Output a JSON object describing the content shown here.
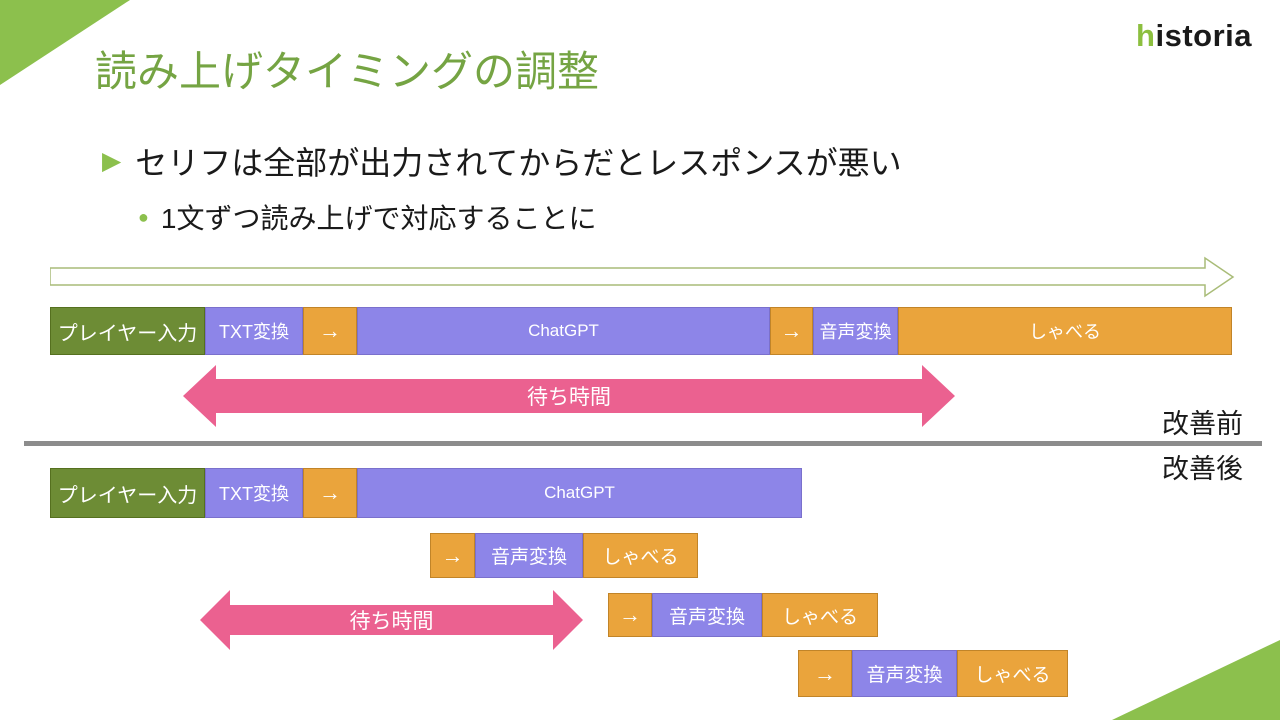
{
  "slide": {
    "title": "読み上げタイミングの調整",
    "logo": {
      "green_part": "h",
      "dark_part": "istoria"
    },
    "bullets": [
      {
        "level": 1,
        "marker": "triangle",
        "text": "セリフは全部が出力されてからだとレスポンスが悪い"
      },
      {
        "level": 2,
        "marker": "circle",
        "text": "1文ずつ読み上げで対応することに"
      }
    ],
    "section_labels": {
      "before": "改善前",
      "after": "改善後"
    }
  },
  "colors": {
    "accent_green": "#8CC04D",
    "title_green": "#75A443",
    "box_green": "#6D8C35",
    "box_purple": "#8D85E8",
    "box_orange": "#EAA43C",
    "wait_pink": "#EB6190",
    "divider_gray": "#8C8C8C",
    "timeline_outline": "#A9BC78",
    "logo_green": "#8CBF3F"
  },
  "before": {
    "segments": [
      {
        "label": "プレイヤー入力",
        "color": "green"
      },
      {
        "label": "TXT変換",
        "color": "purple"
      },
      {
        "label": "→",
        "color": "orange"
      },
      {
        "label": "ChatGPT",
        "color": "purple"
      },
      {
        "label": "→",
        "color": "orange"
      },
      {
        "label": "音声変換",
        "color": "purple"
      },
      {
        "label": "しゃべる",
        "color": "orange"
      }
    ],
    "wait_label": "待ち時間"
  },
  "after": {
    "row1": [
      {
        "label": "プレイヤー入力",
        "color": "green"
      },
      {
        "label": "TXT変換",
        "color": "purple"
      },
      {
        "label": "→",
        "color": "orange"
      },
      {
        "label": "ChatGPT",
        "color": "purple"
      }
    ],
    "speech_rows": [
      [
        {
          "label": "→",
          "color": "orange"
        },
        {
          "label": "音声変換",
          "color": "purple"
        },
        {
          "label": "しゃべる",
          "color": "orange"
        }
      ],
      [
        {
          "label": "→",
          "color": "orange"
        },
        {
          "label": "音声変換",
          "color": "purple"
        },
        {
          "label": "しゃべる",
          "color": "orange"
        }
      ],
      [
        {
          "label": "→",
          "color": "orange"
        },
        {
          "label": "音声変換",
          "color": "purple"
        },
        {
          "label": "しゃべる",
          "color": "orange"
        }
      ]
    ],
    "wait_label": "待ち時間"
  }
}
